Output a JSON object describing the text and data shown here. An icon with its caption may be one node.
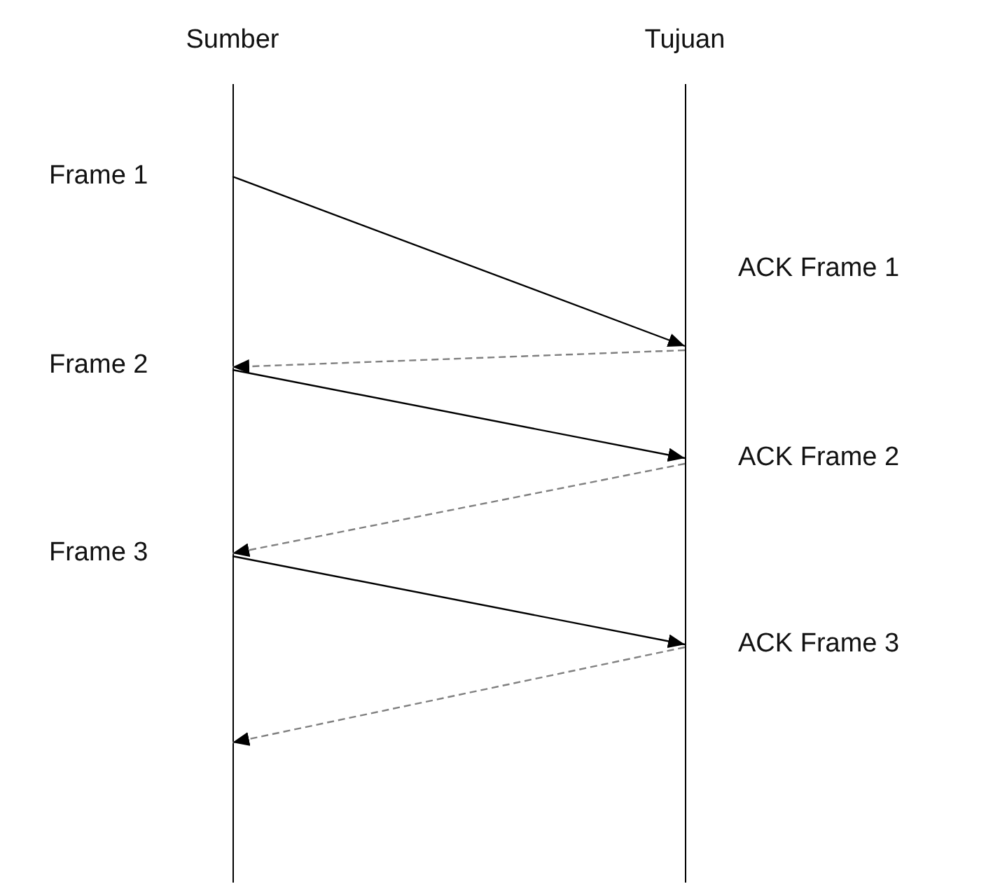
{
  "diagram": {
    "nodes": [
      {
        "text": [
          "Sumber"
        ],
        "beside": [
          "Frame 1",
          "Frame 2",
          "Frame 3"
        ]
      },
      {
        "text": [
          "Tujuan"
        ],
        "beside": [
          "ACK Frame 1",
          "ACK Frame 2",
          "ACK Frame 3"
        ]
      }
    ],
    "edges": [
      {
        "from": 0,
        "to": 1,
        "arrow": "to"
      },
      {
        "from": 1,
        "to": 0,
        "arrow": "to",
        "style": "dashed",
        "color": "#808080"
      },
      {
        "from": 0,
        "to": 1,
        "arrow": "to"
      },
      {
        "from": 1,
        "to": 0,
        "arrow": "to",
        "style": "dashed",
        "color": "#808080"
      },
      {
        "from": 0,
        "to": 1,
        "arrow": "to"
      },
      {
        "from": 1,
        "to": 0,
        "arrow": "to",
        "style": "dashed",
        "color": "#808080"
      }
    ]
  }
}
